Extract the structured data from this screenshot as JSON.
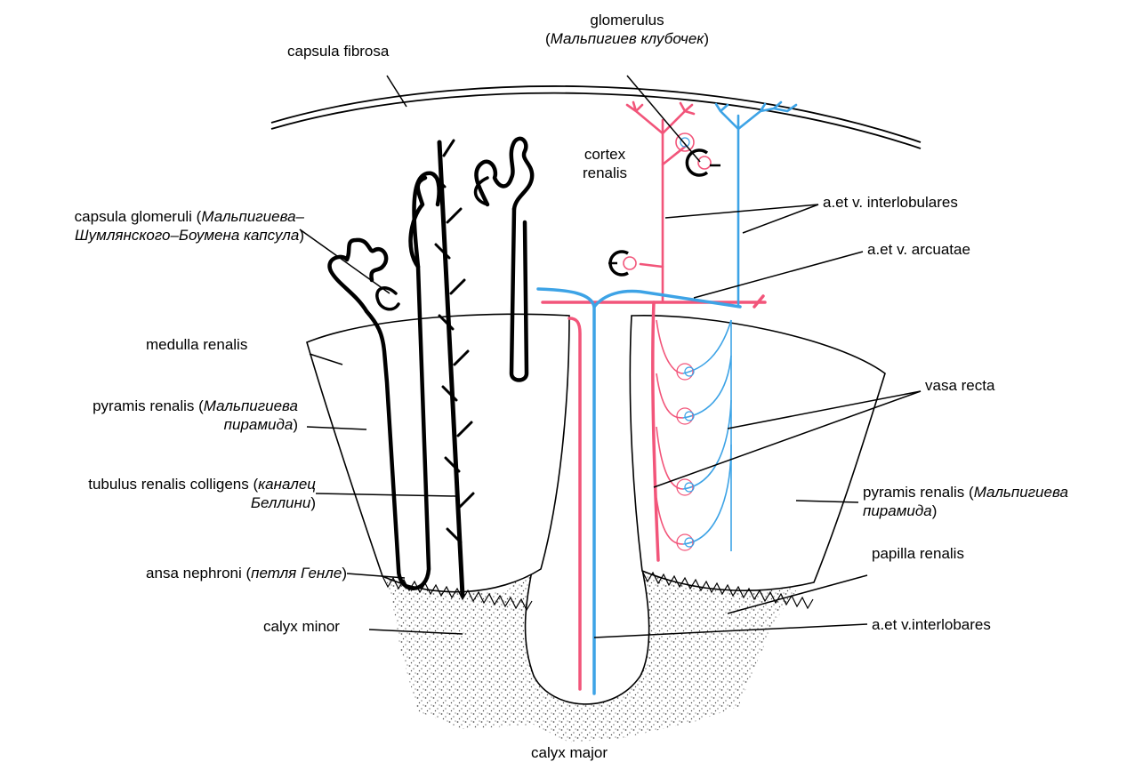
{
  "colors": {
    "artery": "#f2557a",
    "vein": "#3da3e6",
    "outline": "#000000",
    "calyx_stipple": "#6b6b6b"
  },
  "labels": {
    "glomerulus": {
      "line1": "glomerulus",
      "open": "(",
      "italic": "Мальпигиев клубочек",
      "close": ")"
    },
    "capsula_fibrosa": "capsula fibrosa",
    "cortex_renalis": {
      "line1": "cortex",
      "line2": "renalis"
    },
    "capsula_glomeruli": {
      "plain": "capsula glomeruli (",
      "italic1": "Мальпигиева–",
      "italic2": "Шумлянского–Боумена капсула",
      "close": ")"
    },
    "interlobulares": "a.et v. interlobulares",
    "arcuatae": "a.et v. arcuatae",
    "medulla_renalis": "medulla renalis",
    "pyramis_left": {
      "plain": "pyramis renalis (",
      "italic1": "Мальпигиева",
      "italic2": "пирамида",
      "close": ")"
    },
    "vasa_recta": "vasa recta",
    "tubulus": {
      "plain": "tubulus renalis colligens (",
      "italic1": "каналец",
      "italic2": "Беллини",
      "close": ")"
    },
    "pyramis_right": {
      "plain": "pyramis renalis (",
      "italic1": "Мальпигиева",
      "italic2": "пирамида",
      "close": ")"
    },
    "ansa": {
      "plain": "ansa nephroni (",
      "italic": "петля Генле",
      "close": ")"
    },
    "papilla_renalis": "papilla renalis",
    "calyx_minor": "calyx minor",
    "interlobares": "a.et v.interlobares",
    "calyx_major": "calyx major"
  }
}
